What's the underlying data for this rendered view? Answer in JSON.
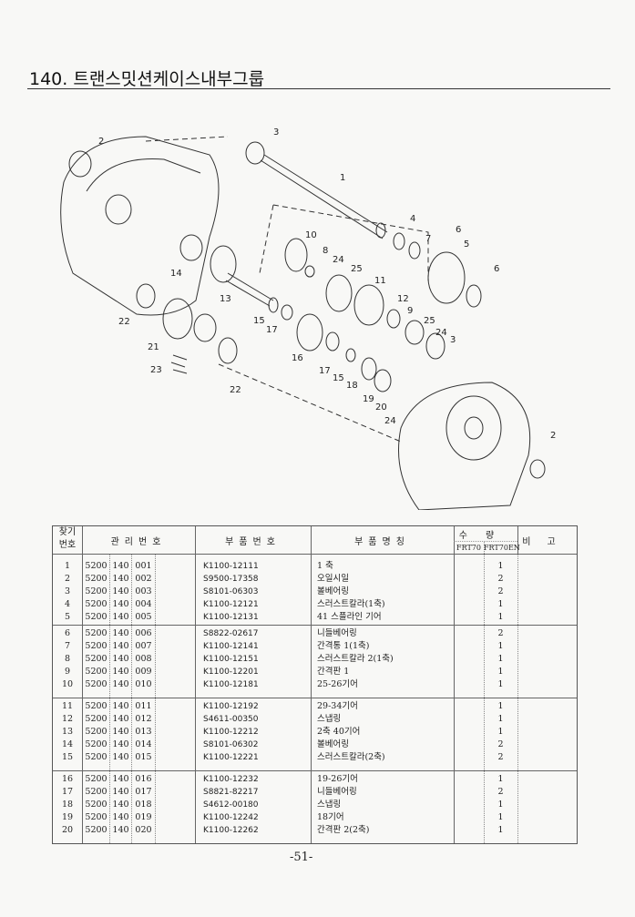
{
  "title": "140. 트랜스밋션케이스내부그룹",
  "diagram": {
    "callouts": [
      "2",
      "3",
      "1",
      "4",
      "7",
      "6",
      "5",
      "6",
      "10",
      "8",
      "24",
      "25",
      "11",
      "14",
      "13",
      "12",
      "9",
      "25",
      "24",
      "3",
      "15",
      "17",
      "22",
      "21",
      "16",
      "23",
      "17",
      "15",
      "18",
      "22",
      "19",
      "20",
      "24",
      "2"
    ]
  },
  "table": {
    "headers": {
      "find_no_1": "찾기",
      "find_no_2": "번호",
      "mgmt_no": "관리번호",
      "part_no": "부품번호",
      "part_name": "부품명칭",
      "qty": "수량",
      "frt70": "FRT70",
      "frt70en": "FRT70EN",
      "remarks": "비고"
    },
    "rows": [
      {
        "no": "1",
        "a": "5200",
        "b": "140",
        "c": "001",
        "part": "K1100-12111",
        "name": "1 축",
        "frt70": "",
        "frt70en": "1"
      },
      {
        "no": "2",
        "a": "5200",
        "b": "140",
        "c": "002",
        "part": "S9500-17358",
        "name": "오일시일",
        "frt70": "",
        "frt70en": "2"
      },
      {
        "no": "3",
        "a": "5200",
        "b": "140",
        "c": "003",
        "part": "S8101-06303",
        "name": "볼베어링",
        "frt70": "",
        "frt70en": "2"
      },
      {
        "no": "4",
        "a": "5200",
        "b": "140",
        "c": "004",
        "part": "K1100-12121",
        "name": "스러스트칼라(1축)",
        "frt70": "",
        "frt70en": "1"
      },
      {
        "no": "5",
        "a": "5200",
        "b": "140",
        "c": "005",
        "part": "K1100-12131",
        "name": "41 스플라인 기어",
        "frt70": "",
        "frt70en": "1"
      },
      {
        "no": "6",
        "a": "5200",
        "b": "140",
        "c": "006",
        "part": "S8822-02617",
        "name": "니들베어링",
        "frt70": "",
        "frt70en": "2"
      },
      {
        "no": "7",
        "a": "5200",
        "b": "140",
        "c": "007",
        "part": "K1100-12141",
        "name": "간격통 1(1축)",
        "frt70": "",
        "frt70en": "1"
      },
      {
        "no": "8",
        "a": "5200",
        "b": "140",
        "c": "008",
        "part": "K1100-12151",
        "name": "스러스트칼라 2(1축)",
        "frt70": "",
        "frt70en": "1"
      },
      {
        "no": "9",
        "a": "5200",
        "b": "140",
        "c": "009",
        "part": "K1100-12201",
        "name": "간격판 1",
        "frt70": "",
        "frt70en": "1"
      },
      {
        "no": "10",
        "a": "5200",
        "b": "140",
        "c": "010",
        "part": "K1100-12181",
        "name": "25-26기어",
        "frt70": "",
        "frt70en": "1"
      },
      {
        "no": "11",
        "a": "5200",
        "b": "140",
        "c": "011",
        "part": "K1100-12192",
        "name": "29-34기어",
        "frt70": "",
        "frt70en": "1"
      },
      {
        "no": "12",
        "a": "5200",
        "b": "140",
        "c": "012",
        "part": "S4611-00350",
        "name": "스냅링",
        "frt70": "",
        "frt70en": "1"
      },
      {
        "no": "13",
        "a": "5200",
        "b": "140",
        "c": "013",
        "part": "K1100-12212",
        "name": "2축 40기어",
        "frt70": "",
        "frt70en": "1"
      },
      {
        "no": "14",
        "a": "5200",
        "b": "140",
        "c": "014",
        "part": "S8101-06302",
        "name": "볼베어링",
        "frt70": "",
        "frt70en": "2"
      },
      {
        "no": "15",
        "a": "5200",
        "b": "140",
        "c": "015",
        "part": "K1100-12221",
        "name": "스러스트칼라(2축)",
        "frt70": "",
        "frt70en": "2"
      },
      {
        "no": "16",
        "a": "5200",
        "b": "140",
        "c": "016",
        "part": "K1100-12232",
        "name": "19-26기어",
        "frt70": "",
        "frt70en": "1"
      },
      {
        "no": "17",
        "a": "5200",
        "b": "140",
        "c": "017",
        "part": "S8821-82217",
        "name": "니들베어링",
        "frt70": "",
        "frt70en": "2"
      },
      {
        "no": "18",
        "a": "5200",
        "b": "140",
        "c": "018",
        "part": "S4612-00180",
        "name": "스냅링",
        "frt70": "",
        "frt70en": "1"
      },
      {
        "no": "19",
        "a": "5200",
        "b": "140",
        "c": "019",
        "part": "K1100-12242",
        "name": "18기어",
        "frt70": "",
        "frt70en": "1"
      },
      {
        "no": "20",
        "a": "5200",
        "b": "140",
        "c": "020",
        "part": "K1100-12262",
        "name": "간격판 2(2축)",
        "frt70": "",
        "frt70en": "1"
      }
    ]
  },
  "page_number": "-51-"
}
